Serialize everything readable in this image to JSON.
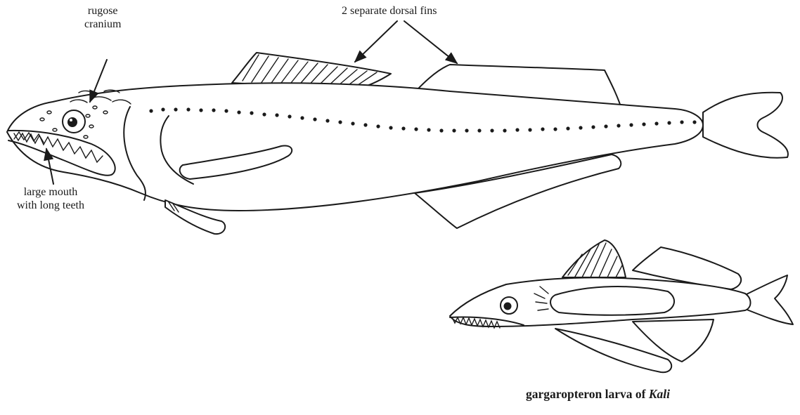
{
  "labels": {
    "rugose_cranium": [
      "rugose",
      "cranium"
    ],
    "dorsal_fins": "2 separate dorsal fins",
    "large_mouth": [
      "large mouth",
      "with long teeth"
    ]
  },
  "caption": {
    "prefix": "gargaropteron larva of ",
    "genus": "Kali"
  }
}
